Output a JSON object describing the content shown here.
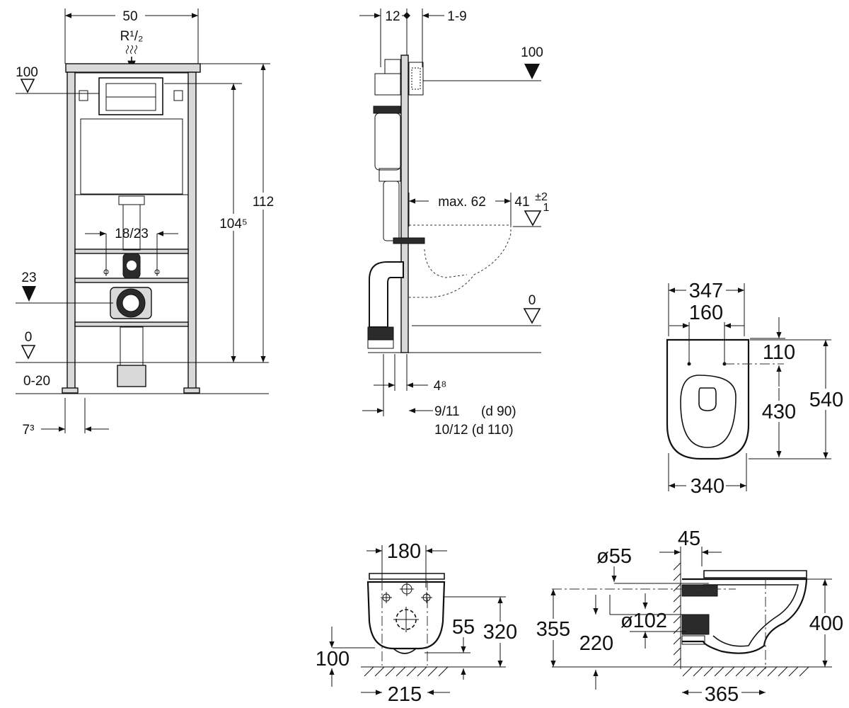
{
  "frame_front": {
    "width": "50",
    "supply": "R¹/₂",
    "ref_top": "100",
    "ref_mid": "23",
    "ref_floor": "0",
    "floor_range": "0-20",
    "drain_spacing": "18/23",
    "height_inner": "104⁵",
    "height_total": "112",
    "foot_offset": "7³"
  },
  "frame_side": {
    "depth": "12",
    "wall_gap": "1-9",
    "ref_top": "100",
    "projection": "max. 62",
    "bowl_height_base": "41",
    "bowl_tol_plus": "±2",
    "bowl_tol_minus": "1",
    "ref_floor": "0",
    "pipe_offset": "4⁸",
    "pipe_a": "9/11",
    "pipe_a_note": "(d 90)",
    "pipe_b": "10/12 (d 110)"
  },
  "bowl_top": {
    "width_top": "347",
    "hole_spacing": "160",
    "hole_offset": "110",
    "length_seat": "430",
    "length_total": "540",
    "width_bottom": "340"
  },
  "bowl_back": {
    "bolt_spacing": "180",
    "inlet_height": "55",
    "height": "320",
    "floor_to_base": "100",
    "base_width": "215"
  },
  "bowl_side": {
    "wall_offset": "45",
    "inlet_diameter": "ø55",
    "outlet_diameter": "ø102",
    "inlet_height": "355",
    "outlet_height": "220",
    "total_height": "400",
    "depth": "365"
  }
}
